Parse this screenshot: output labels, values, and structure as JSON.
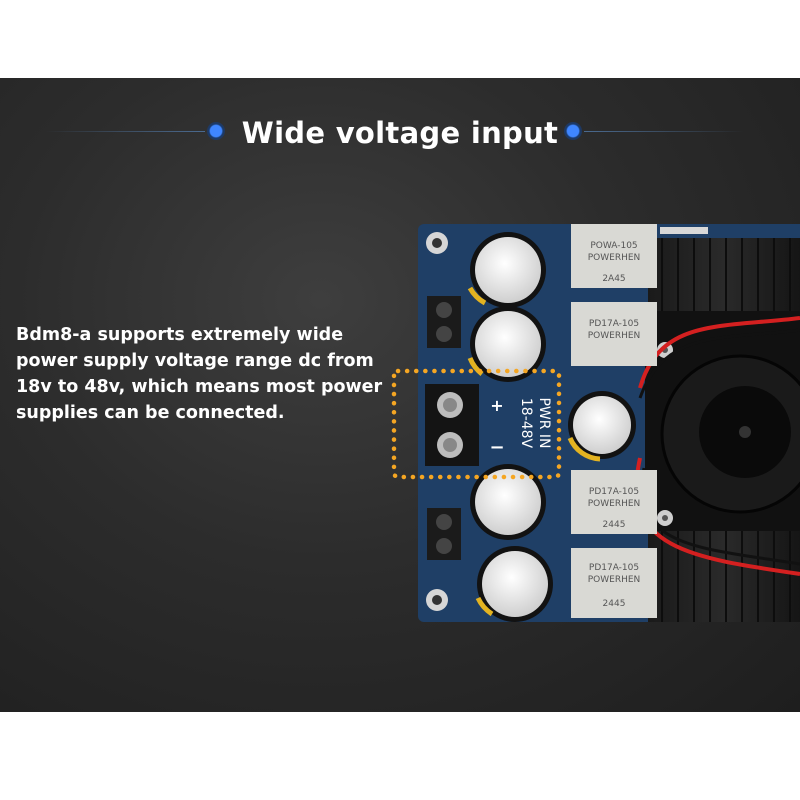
{
  "title": "Wide voltage input",
  "description": "Bdm8-a supports extremely wide power supply voltage range dc from 18v to 48v, which means most power supplies can be connected.",
  "board": {
    "silkscreen_label": "PWR IN",
    "voltage_label": "18-48V",
    "plus_symbol": "+",
    "minus_symbol": "−",
    "inductors": [
      {
        "line1": "POWA-105",
        "line2": "POWERHEN",
        "line3": "2A45"
      },
      {
        "line1": "PD17A-105",
        "line2": "POWERHEN",
        "line3": ""
      },
      {
        "line1": "PD17A-105",
        "line2": "POWERHEN",
        "line3": "2445"
      },
      {
        "line1": "PD17A-105",
        "line2": "POWERHEN",
        "line3": "2445"
      }
    ]
  },
  "colors": {
    "accent": "#2f7fff",
    "highlight": "#f5a623",
    "pcb": "#1f3f66"
  }
}
